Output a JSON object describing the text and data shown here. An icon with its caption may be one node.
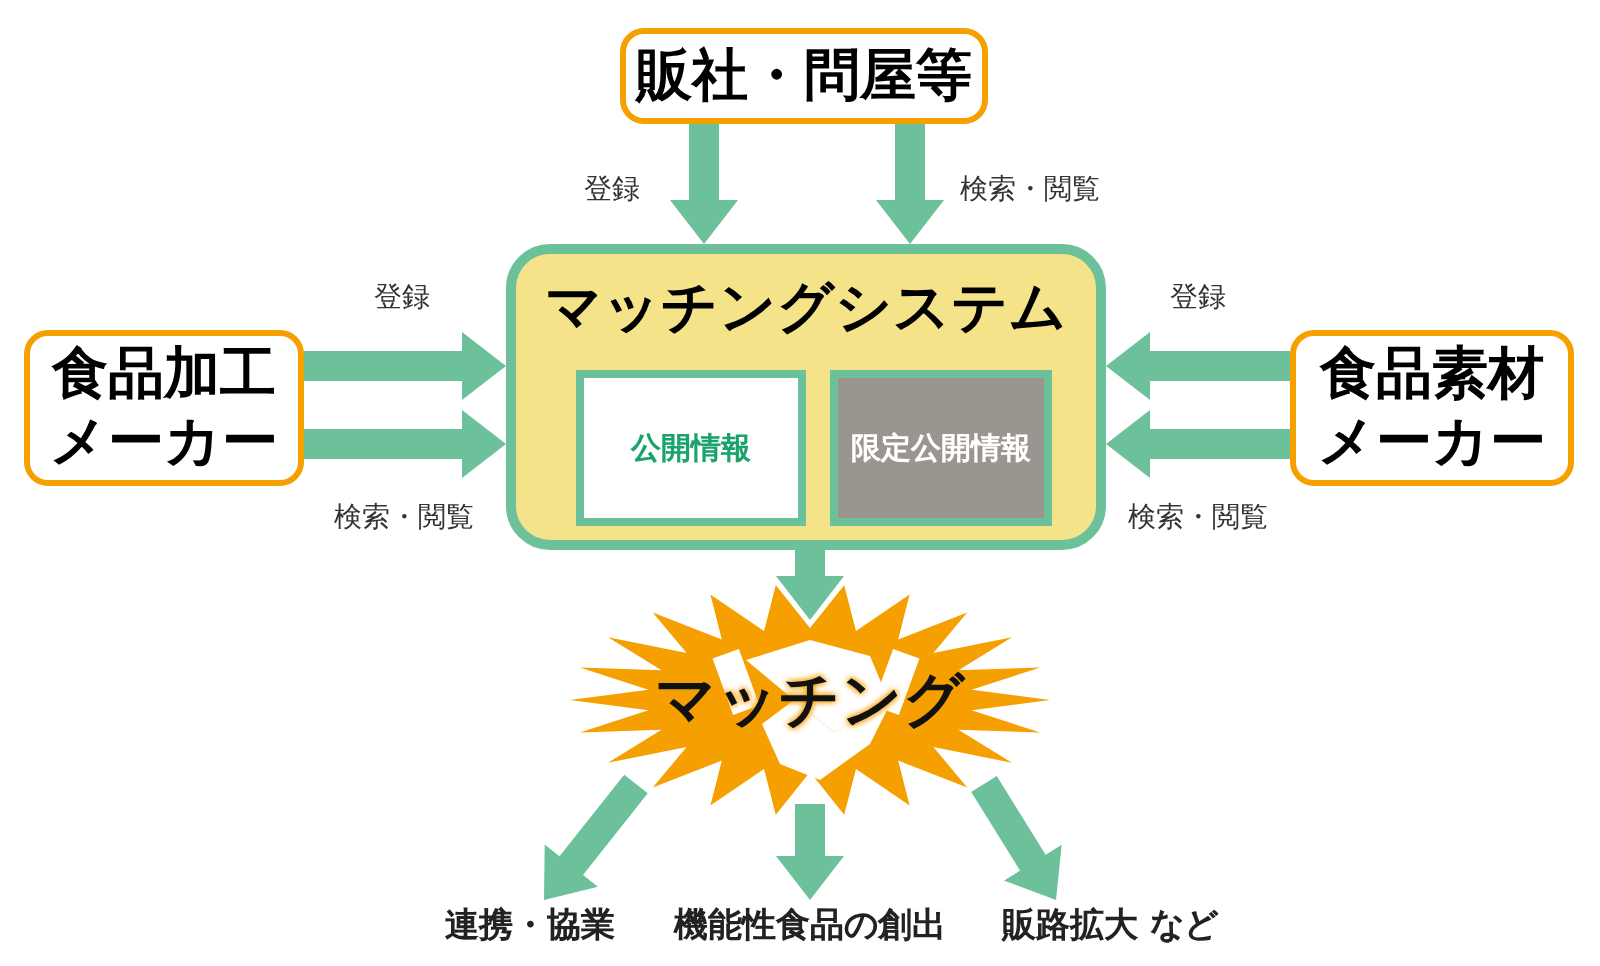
{
  "diagram": {
    "nodes": [
      {
        "text": [
          "販社・問屋等"
        ]
      },
      {
        "text": [
          "マッチングシステム"
        ]
      },
      {
        "text": [
          "公開情報"
        ],
        "in": 1
      },
      {
        "text": [
          "限定公開情報"
        ],
        "in": 1
      },
      {
        "text": [
          "食品加工メーカー"
        ]
      },
      {
        "text": [
          "食品素材メーカー"
        ]
      },
      {
        "text": [
          "マッチング"
        ]
      },
      {
        "text": [
          "連携・協業"
        ]
      },
      {
        "text": [
          "機能性食品の創出"
        ]
      },
      {
        "text": [
          "販路拡大 など"
        ]
      }
    ],
    "edges": [
      {
        "from": 0,
        "to": 1,
        "arrow": "to",
        "label": "登録"
      },
      {
        "from": 0,
        "to": 1,
        "arrow": "to",
        "label": "検索・閲覧"
      },
      {
        "from": 4,
        "to": 1,
        "arrow": "to",
        "label": "登録"
      },
      {
        "from": 4,
        "to": 1,
        "arrow": "to",
        "label": "検索・閲覧"
      },
      {
        "from": 5,
        "to": 1,
        "arrow": "to",
        "label": "登録"
      },
      {
        "from": 5,
        "to": 1,
        "arrow": "to",
        "label": "検索・閲覧"
      },
      {
        "from": 1,
        "to": 6,
        "arrow": "to"
      },
      {
        "from": 6,
        "to": 7,
        "arrow": "to"
      },
      {
        "from": 6,
        "to": 8,
        "arrow": "to"
      },
      {
        "from": 6,
        "to": 9,
        "arrow": "to"
      }
    ]
  }
}
